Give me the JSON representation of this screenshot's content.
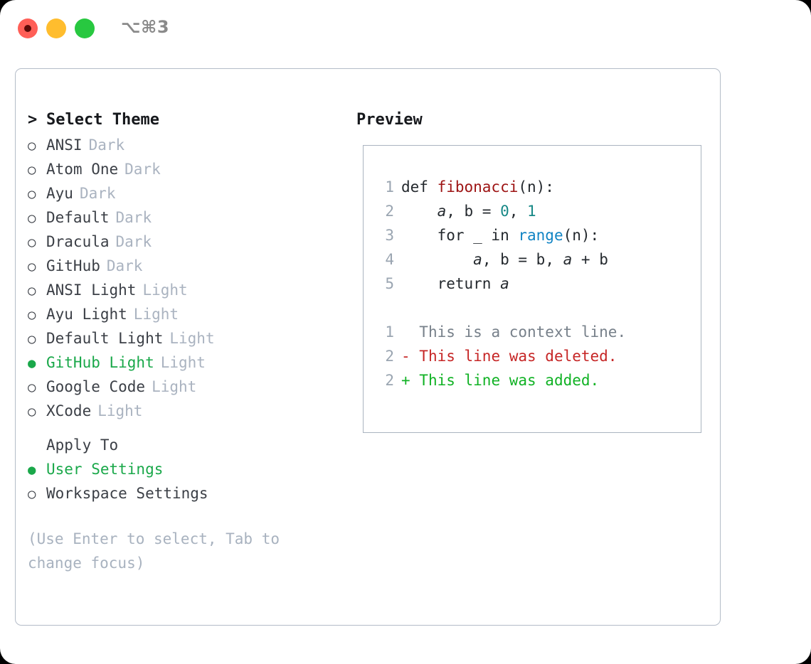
{
  "titlebar": {
    "shortcut": "⌥⌘3",
    "lights": [
      {
        "name": "close",
        "color": "#ff5f57"
      },
      {
        "name": "minimize",
        "color": "#ffbd2e"
      },
      {
        "name": "zoom",
        "color": "#28c840"
      }
    ]
  },
  "theme_picker": {
    "prompt_caret": ">",
    "prompt_label": "Select Theme",
    "bullet_on": "●",
    "bullet_off": "○",
    "items": [
      {
        "name": "ANSI",
        "kind": "Dark",
        "selected": false
      },
      {
        "name": "Atom One",
        "kind": "Dark",
        "selected": false
      },
      {
        "name": "Ayu",
        "kind": "Dark",
        "selected": false
      },
      {
        "name": "Default",
        "kind": "Dark",
        "selected": false
      },
      {
        "name": "Dracula",
        "kind": "Dark",
        "selected": false
      },
      {
        "name": "GitHub",
        "kind": "Dark",
        "selected": false
      },
      {
        "name": "ANSI Light",
        "kind": "Light",
        "selected": false
      },
      {
        "name": "Ayu Light",
        "kind": "Light",
        "selected": false
      },
      {
        "name": "Default Light",
        "kind": "Light",
        "selected": false
      },
      {
        "name": "GitHub Light",
        "kind": "Light",
        "selected": true
      },
      {
        "name": "Google Code",
        "kind": "Light",
        "selected": false
      },
      {
        "name": "XCode",
        "kind": "Light",
        "selected": false
      }
    ]
  },
  "apply_to": {
    "header": "Apply To",
    "options": [
      {
        "label": "User Settings",
        "selected": true
      },
      {
        "label": "Workspace Settings",
        "selected": false
      }
    ]
  },
  "hint": "(Use Enter to select, Tab to change focus)",
  "preview": {
    "title": "Preview",
    "code_lines": [
      {
        "num": "1",
        "tokens": [
          {
            "t": "def ",
            "c": "tok-def"
          },
          {
            "t": "fibonacci",
            "c": "tok-fn"
          },
          {
            "t": "(n):",
            "c": "tok-punc"
          }
        ]
      },
      {
        "num": "2",
        "tokens": [
          {
            "t": "    ",
            "c": "tok-plain"
          },
          {
            "t": "a",
            "c": "tok-var"
          },
          {
            "t": ", b = ",
            "c": "tok-plain"
          },
          {
            "t": "0",
            "c": "tok-num"
          },
          {
            "t": ", ",
            "c": "tok-plain"
          },
          {
            "t": "1",
            "c": "tok-num"
          }
        ]
      },
      {
        "num": "3",
        "tokens": [
          {
            "t": "    for _ in ",
            "c": "tok-plain"
          },
          {
            "t": "range",
            "c": "tok-builtin"
          },
          {
            "t": "(n):",
            "c": "tok-punc"
          }
        ]
      },
      {
        "num": "4",
        "tokens": [
          {
            "t": "        ",
            "c": "tok-plain"
          },
          {
            "t": "a",
            "c": "tok-var"
          },
          {
            "t": ", b = b, ",
            "c": "tok-plain"
          },
          {
            "t": "a",
            "c": "tok-var"
          },
          {
            "t": " + b",
            "c": "tok-plain"
          }
        ]
      },
      {
        "num": "5",
        "tokens": [
          {
            "t": "    return ",
            "c": "tok-plain"
          },
          {
            "t": "a",
            "c": "tok-var"
          }
        ]
      }
    ],
    "diff_lines": [
      {
        "num": "1",
        "marker": "  ",
        "text": "This is a context line.",
        "c": "diff-ctx"
      },
      {
        "num": "2",
        "marker": "- ",
        "text": "This line was deleted.",
        "c": "diff-del"
      },
      {
        "num": "2",
        "marker": "+ ",
        "text": "This line was added.",
        "c": "diff-add"
      }
    ]
  },
  "colors": {
    "accent_green": "#1aa84a",
    "text_primary": "#3b3f46",
    "text_muted": "#aab3c0",
    "border": "#b4bcc8",
    "diff_add": "#10b224",
    "diff_del": "#c62626",
    "syntax_function": "#9d1313",
    "syntax_number": "#178886",
    "syntax_builtin": "#1184c4"
  }
}
